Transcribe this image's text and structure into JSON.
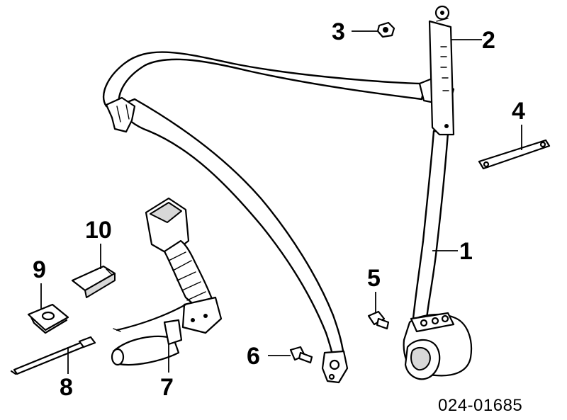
{
  "diagram": {
    "callouts": [
      "1",
      "2",
      "3",
      "4",
      "5",
      "6",
      "7",
      "8",
      "9",
      "10"
    ],
    "part_number": "024-01685"
  }
}
